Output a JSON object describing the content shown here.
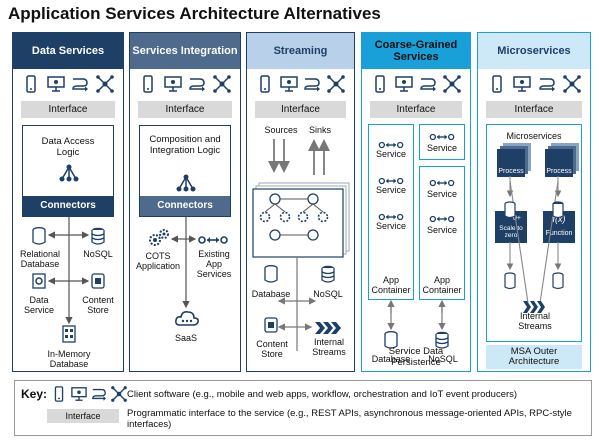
{
  "title": "Application Services Architecture Alternatives",
  "columns": [
    {
      "heading": "Data Services"
    },
    {
      "heading": "Services Integration"
    },
    {
      "heading": "Streaming"
    },
    {
      "heading": "Coarse-Grained Services"
    },
    {
      "heading": "Microservices"
    }
  ],
  "interface_label": "Interface",
  "data_services": {
    "logic": "Data Access Logic",
    "connectors": "Connectors",
    "relational": "Relational Database",
    "nosql": "NoSQL",
    "data_service": "Data Service",
    "content_store": "Content Store",
    "inmemory": "In-Memory Database"
  },
  "services_integration": {
    "logic": "Composition and Integration Logic",
    "connectors": "Connectors",
    "cots": "COTS Application",
    "existing": "Existing App Services",
    "saas": "SaaS"
  },
  "streaming": {
    "sources": "Sources",
    "sinks": "Sinks",
    "database": "Database",
    "nosql": "NoSQL",
    "content_store": "Content Store",
    "internal_streams": "Internal Streams"
  },
  "coarse": {
    "service": "Service",
    "app_container": "App Container",
    "database": "Database",
    "nosql": "NoSQL",
    "persistence": "Service Data Persistence"
  },
  "micro": {
    "microservices": "Microservices",
    "process": "Process",
    "scale": "Scale to zero",
    "zero_plus": "0+",
    "fx": "f(x)",
    "function": "Function",
    "internal_streams": "Internal Streams",
    "outer": "MSA Outer Architecture"
  },
  "key": {
    "label": "Key:",
    "client_desc": "Client software (e.g., mobile and web apps, workflow, orchestration and IoT event producers)",
    "interface_label": "Interface",
    "interface_desc": "Programmatic interface to the service (e.g., REST APIs, asynchronous message-oriented APIs, RPC-style interfaces)"
  },
  "colors": {
    "navy": "#1e3f66",
    "slate": "#4e6a8c",
    "light_blue": "#b8d0ea",
    "cyan": "#1aa0d8",
    "pale_cyan": "#cde9f7",
    "grey": "#d9d9d9"
  },
  "icons": [
    "mobile-icon",
    "monitor-icon",
    "workflow-icon",
    "iot-network-icon"
  ]
}
